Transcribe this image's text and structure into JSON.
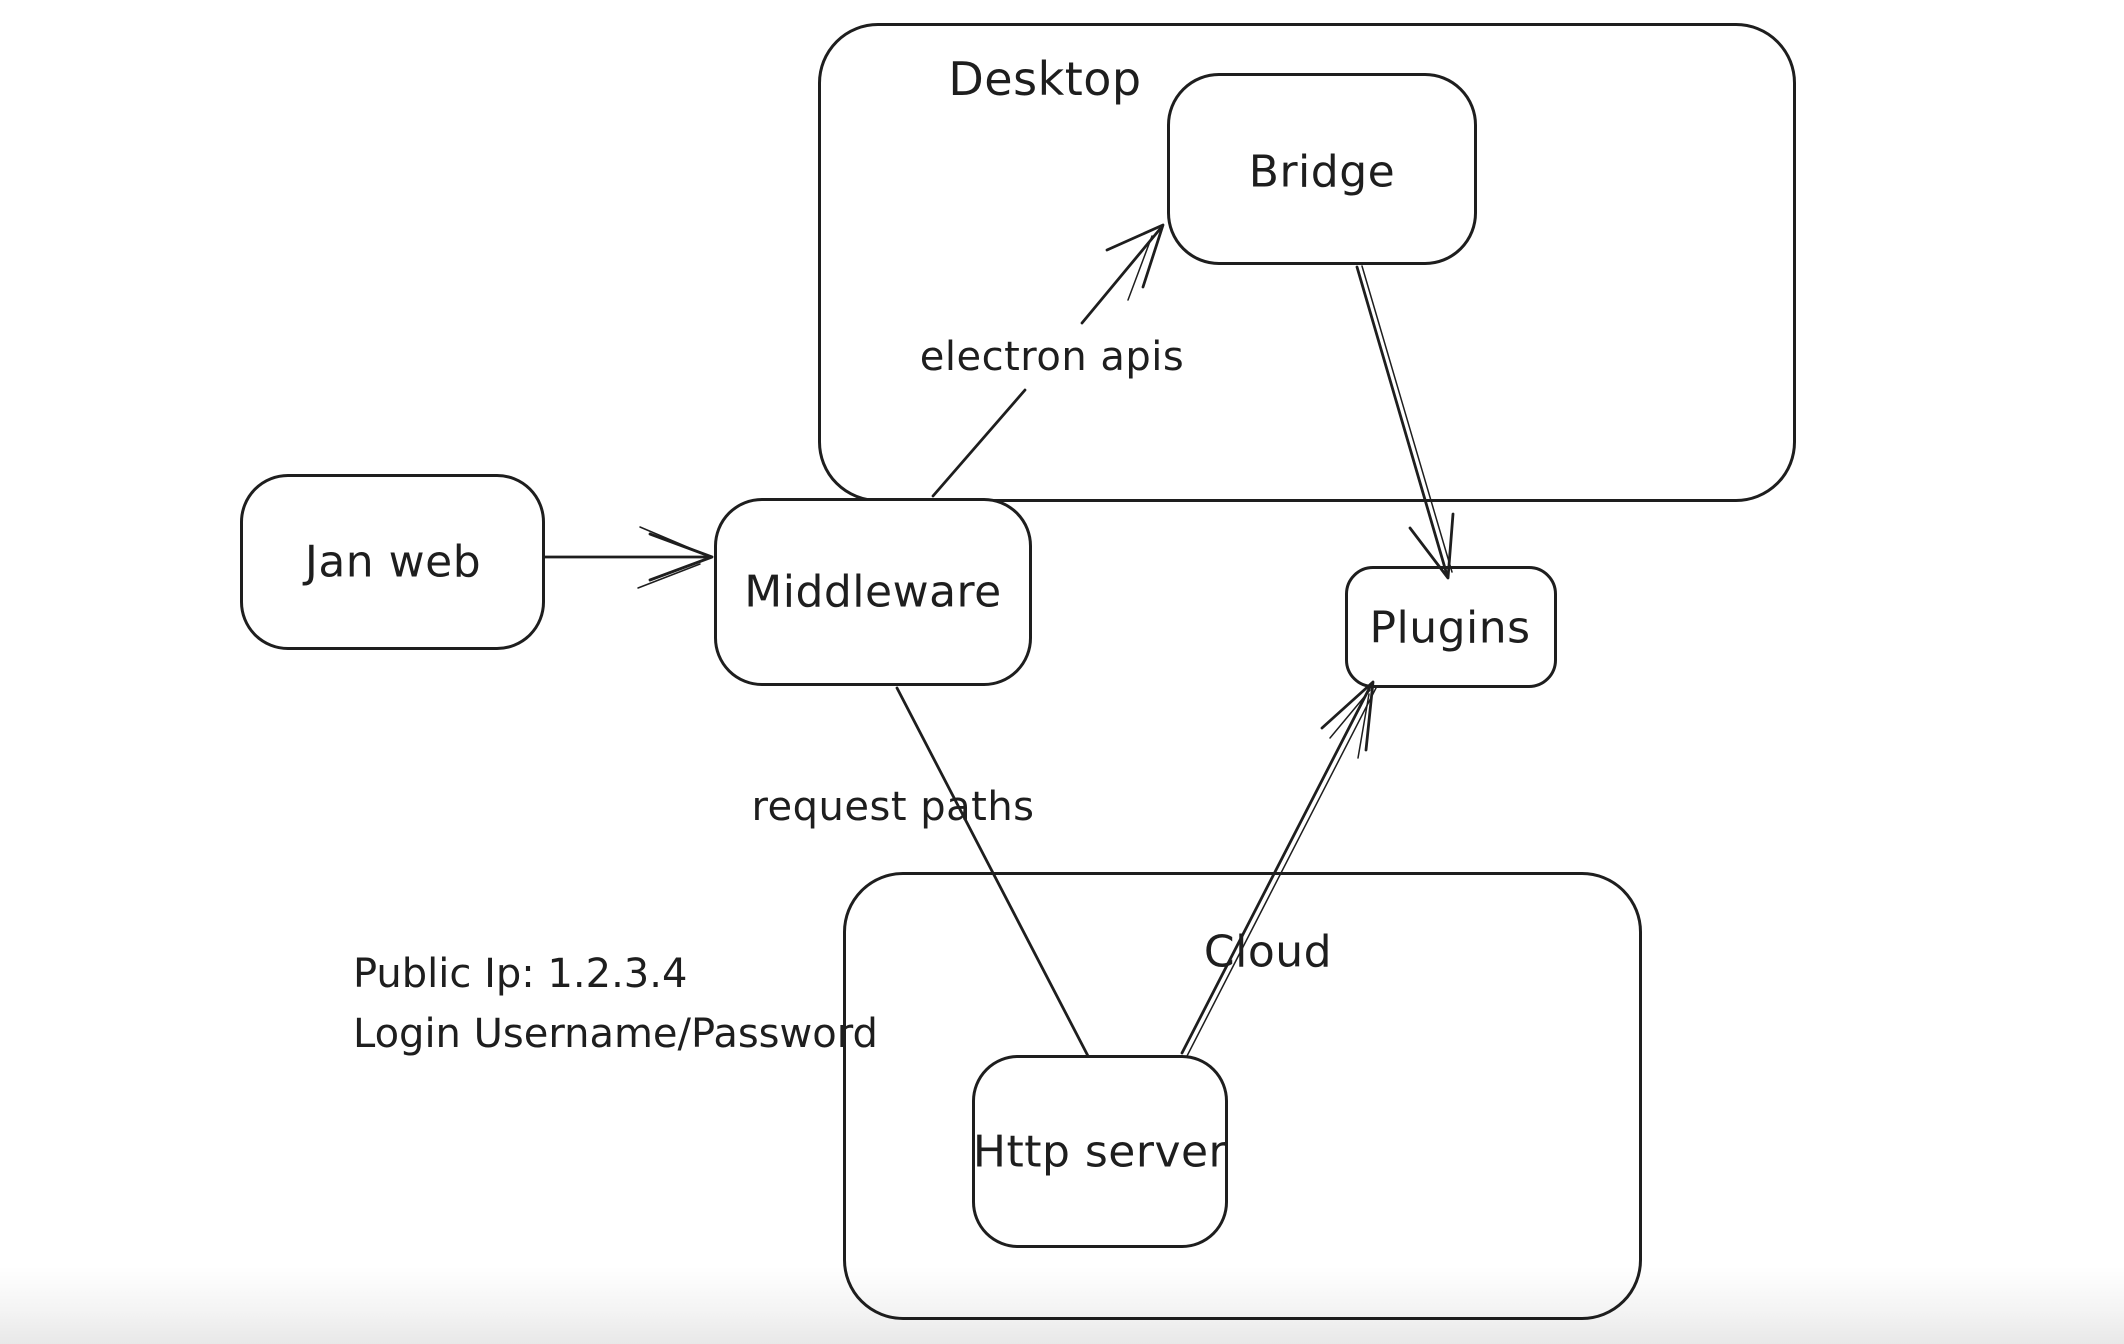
{
  "diagram": {
    "background_color": "#ffffff",
    "stroke_color": "#1e1e1e",
    "containers": [
      {
        "id": "desktop",
        "label": "Desktop"
      },
      {
        "id": "cloud",
        "label": "Cloud"
      }
    ],
    "nodes": [
      {
        "id": "janweb",
        "label": "Jan web"
      },
      {
        "id": "middleware",
        "label": "Middleware"
      },
      {
        "id": "bridge",
        "label": "Bridge"
      },
      {
        "id": "plugins",
        "label": "Plugins"
      },
      {
        "id": "httpserver",
        "label": "Http server"
      }
    ],
    "edges": [
      {
        "from": "Jan web",
        "to": "Middleware",
        "label": ""
      },
      {
        "from": "Middleware",
        "to": "Bridge",
        "label": "electron apis"
      },
      {
        "from": "Bridge",
        "to": "Plugins",
        "label": ""
      },
      {
        "from": "Middleware",
        "to": "Http server",
        "label": "request paths"
      },
      {
        "from": "Http server",
        "to": "Plugins",
        "label": ""
      }
    ],
    "notes": [
      "Public Ip: 1.2.3.4",
      "Login Username/Password"
    ]
  }
}
